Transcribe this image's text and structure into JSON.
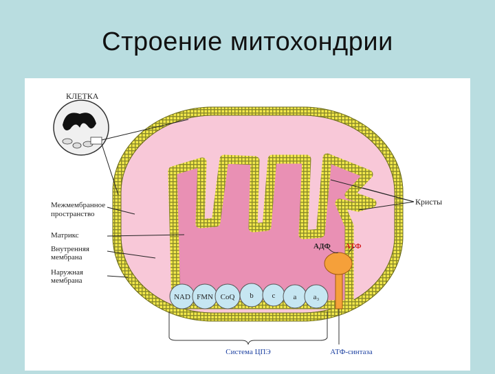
{
  "slide": {
    "title": "Строение митохондрии"
  },
  "cell_inset": {
    "label": "КЛЕТКА"
  },
  "labels": {
    "intermembrane_space": [
      "Межмембранное",
      "пространство"
    ],
    "matrix": "Матрикс",
    "inner_membrane": [
      "Внутренняя",
      "мембрана"
    ],
    "outer_membrane": [
      "Наружная",
      "мембрана"
    ],
    "cristae": "Кристы",
    "adp": "АДФ",
    "atp": "АТФ",
    "etc_system": "Система ЦПЭ",
    "atp_synthase": "АТФ-синтаза"
  },
  "etc_complexes": [
    "NAD",
    "FMN",
    "CoQ",
    "b",
    "c",
    "a",
    "a₃"
  ],
  "colors": {
    "background": "#b9dde0",
    "membrane": "#f2e84a",
    "membrane_edge": "#6b6a1e",
    "intermembrane": "#f8c8d8",
    "matrix": "#e990b4",
    "complex_fill": "#c6e6f2",
    "atp_synthase": "#f5a03a",
    "atp_text": "#d42020"
  }
}
